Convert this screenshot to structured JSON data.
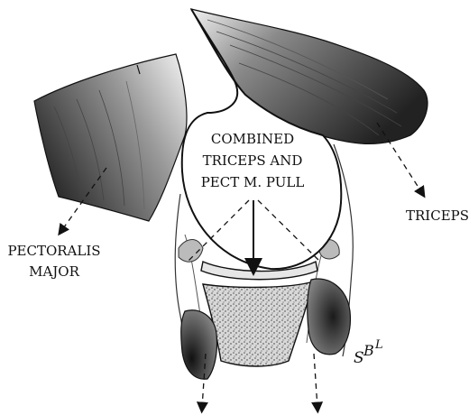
{
  "labels": {
    "combined_line1": "COMBINED",
    "combined_line2": "TRICEPS AND",
    "combined_line3": "PECT M. PULL",
    "triceps": "TRICEPS",
    "pectoralis_line1": "PECTORALIS",
    "pectoralis_line2": "MAJOR",
    "signature_main": "S",
    "signature_sup1": "B",
    "signature_sup2": "L"
  }
}
